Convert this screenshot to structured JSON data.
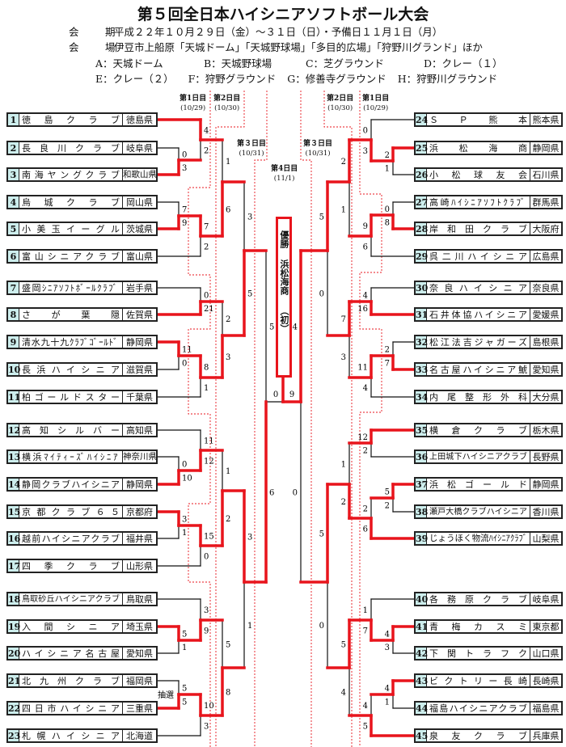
{
  "header": {
    "title": "第５回全日本ハイシニアソフトボール大会",
    "period_label": "会　期",
    "period": "平成２２年１０月２９日（金）～３１日（日）・予備日１１月１日（月）",
    "venue_label": "会　場",
    "venue": "伊豆市上船原「天城ドーム」「天城野球場」「多目的広場」「狩野川グランド」ほか",
    "venue_codes": [
      {
        "code": "A：天城ドーム"
      },
      {
        "code": "B：天城野球場"
      },
      {
        "code": "C：芝グラウンド"
      },
      {
        "code": "D：クレー（１）"
      },
      {
        "code": "E：クレー（２）"
      },
      {
        "code": "F：狩野グラウンド"
      },
      {
        "code": "G：修善寺グラウンド"
      },
      {
        "code": "H：狩野川グラウンド"
      }
    ]
  },
  "days": {
    "day1": {
      "label": "第1日目",
      "date": "(10/29)"
    },
    "day2": {
      "label": "第2日目",
      "date": "(10/30)"
    },
    "day3": {
      "label": "第３日目",
      "date": "(10/31)"
    },
    "day4": {
      "label": "第4日目",
      "date": "(11/1)"
    }
  },
  "champion": {
    "label": "優勝",
    "team": "浜松海商",
    "note": "（初）"
  },
  "colors": {
    "winner_line": "#e8141c",
    "line": "#111111",
    "number_cell": "#cdeeed"
  },
  "teams": [
    {
      "no": "1",
      "name": "徳島クラブ",
      "pref": "徳島県"
    },
    {
      "no": "2",
      "name": "長良川クラブ",
      "pref": "岐阜県"
    },
    {
      "no": "3",
      "name": "南海ヤングクラブ",
      "pref": "和歌山県"
    },
    {
      "no": "4",
      "name": "烏城クラブ",
      "pref": "岡山県"
    },
    {
      "no": "5",
      "name": "小美玉イーグル",
      "pref": "茨城県"
    },
    {
      "no": "6",
      "name": "富山シニアクラブ",
      "pref": "富山県"
    },
    {
      "no": "7",
      "name": "盛岡ｼﾆｱｿﾌﾄﾎﾞｰﾙｸﾗﾌﾞ",
      "pref": "岩手県"
    },
    {
      "no": "8",
      "name": "さが葉隠",
      "pref": "佐賀県"
    },
    {
      "no": "9",
      "name": "清水九十九ｸﾗﾌﾞｺﾞｰﾙﾄﾞ",
      "pref": "静岡県"
    },
    {
      "no": "10",
      "name": "長浜ハイシニア",
      "pref": "滋賀県"
    },
    {
      "no": "11",
      "name": "柏ゴールドスター",
      "pref": "千葉県"
    },
    {
      "no": "12",
      "name": "高知シルバー",
      "pref": "高知県"
    },
    {
      "no": "13",
      "name": "横浜ﾏｲﾃｨｰｽﾞﾊｲｼﾆｱ",
      "pref": "神奈川県"
    },
    {
      "no": "14",
      "name": "静岡クラブハイシニア",
      "pref": "静岡県"
    },
    {
      "no": "15",
      "name": "京都クラブ６５",
      "pref": "京都府"
    },
    {
      "no": "16",
      "name": "越前ハイシニアクラブ",
      "pref": "福井県"
    },
    {
      "no": "17",
      "name": "四季クラブ",
      "pref": "山形県"
    },
    {
      "no": "18",
      "name": "鳥取砂丘ハイシニアクラブ",
      "pref": "鳥取県"
    },
    {
      "no": "19",
      "name": "入間シニア",
      "pref": "埼玉県"
    },
    {
      "no": "20",
      "name": "ハイシニア名古屋",
      "pref": "愛知県"
    },
    {
      "no": "21",
      "name": "北九州クラブ",
      "pref": "福岡県"
    },
    {
      "no": "22",
      "name": "四日市ハイシニア",
      "pref": "三重県"
    },
    {
      "no": "23",
      "name": "札幌ハイシニア",
      "pref": "北海道"
    },
    {
      "no": "24",
      "name": "ＳＰ熊本",
      "pref": "熊本県"
    },
    {
      "no": "25",
      "name": "浜松海商",
      "pref": "静岡県"
    },
    {
      "no": "26",
      "name": "小松球友会",
      "pref": "石川県"
    },
    {
      "no": "27",
      "name": "高崎ﾊｲｼﾆｱｿﾌﾄｸﾗﾌﾞ",
      "pref": "群馬県"
    },
    {
      "no": "28",
      "name": "岸和田クラブ",
      "pref": "大阪府"
    },
    {
      "no": "29",
      "name": "呉二川ハイシニア",
      "pref": "広島県"
    },
    {
      "no": "30",
      "name": "奈良ハイシニア",
      "pref": "奈良県"
    },
    {
      "no": "31",
      "name": "石井体協ハイシニア",
      "pref": "愛媛県"
    },
    {
      "no": "32",
      "name": "松江法吉ジャガーズ",
      "pref": "島根県"
    },
    {
      "no": "33",
      "name": "名古屋ハイシニア鯱",
      "pref": "愛知県"
    },
    {
      "no": "34",
      "name": "内尾整形外科",
      "pref": "大分県"
    },
    {
      "no": "35",
      "name": "横倉クラブ",
      "pref": "栃木県"
    },
    {
      "no": "36",
      "name": "上田城下ハイシニアクラブ",
      "pref": "長野県"
    },
    {
      "no": "37",
      "name": "浜松ゴールド",
      "pref": "静岡県"
    },
    {
      "no": "38",
      "name": "瀬戸大橋クラブハイシニア",
      "pref": "香川県"
    },
    {
      "no": "39",
      "name": "じょうほく物流ﾊｲｼﾆｱｸﾗﾌﾞ",
      "pref": "山梨県"
    },
    {
      "no": "40",
      "name": "各務原クラブ",
      "pref": "岐阜県"
    },
    {
      "no": "41",
      "name": "青梅カスミ",
      "pref": "東京都"
    },
    {
      "no": "42",
      "name": "下関トラフク",
      "pref": "山口県"
    },
    {
      "no": "43",
      "name": "ビクトリー長崎",
      "pref": "長崎県"
    },
    {
      "no": "44",
      "name": "福島ハイシニアクラブ",
      "pref": "福島県"
    },
    {
      "no": "45",
      "name": "泉友クラブ",
      "pref": "兵庫県"
    }
  ],
  "matches": [
    {
      "id": "m1",
      "a": 2,
      "b": 3,
      "sa": "0",
      "sb": "3",
      "w": "b"
    },
    {
      "id": "m2",
      "a": 1,
      "b": "m1",
      "sa": "4",
      "sb": "2",
      "w": "a"
    },
    {
      "id": "m3",
      "a": 4,
      "b": 5,
      "sa": "7",
      "sb": "9",
      "w": "b"
    },
    {
      "id": "m4",
      "a": "m3",
      "b": 6,
      "sa": "7",
      "sb": "2",
      "w": "a"
    },
    {
      "id": "m5",
      "a": "m2",
      "b": "m4",
      "sa": "1",
      "sb": "6",
      "w": "b"
    },
    {
      "id": "m6",
      "a": 7,
      "b": 8,
      "sa": "0",
      "sb": "21",
      "w": "b"
    },
    {
      "id": "m7",
      "a": 9,
      "b": 10,
      "sa": "11",
      "sb": "0",
      "w": "a"
    },
    {
      "id": "m8",
      "a": "m7",
      "b": 11,
      "sa": "8",
      "sb": "1",
      "w": "a"
    },
    {
      "id": "m9",
      "a": "m6",
      "b": "m8",
      "sa": "2",
      "sb": "3",
      "w": "b"
    },
    {
      "id": "m10",
      "a": "m5",
      "b": "m9",
      "sa": "3",
      "sb": "5",
      "w": "b"
    },
    {
      "id": "m11",
      "a": 13,
      "b": 14,
      "sa": "0",
      "sb": "10",
      "w": "b"
    },
    {
      "id": "m12",
      "a": 12,
      "b": "m11",
      "sa": "11",
      "sb": "12",
      "w": "b"
    },
    {
      "id": "m13",
      "a": 15,
      "b": 16,
      "sa": "3",
      "sb": "1",
      "w": "a"
    },
    {
      "id": "m14",
      "a": "m13",
      "b": 17,
      "sa": "15",
      "sb": "0",
      "w": "a"
    },
    {
      "id": "m15",
      "a": "m12",
      "b": "m14",
      "sa": "1",
      "sb": "2",
      "w": "b"
    },
    {
      "id": "m16",
      "a": 19,
      "b": 20,
      "sa": "5",
      "sb": "1",
      "w": "a"
    },
    {
      "id": "m17",
      "a": 18,
      "b": "m16",
      "sa": "3",
      "sb": "9",
      "w": "b"
    },
    {
      "id": "m18",
      "a": 21,
      "b": 22,
      "sa": "5",
      "sb": "5",
      "w": "b",
      "note": "抽選"
    },
    {
      "id": "m19",
      "a": "m18",
      "b": 23,
      "sa": "10",
      "sb": "3",
      "w": "a"
    },
    {
      "id": "m20",
      "a": "m17",
      "b": "m19",
      "sa": "5",
      "sb": "8",
      "w": "b"
    },
    {
      "id": "m21",
      "a": "m15",
      "b": "m20",
      "sa": "3",
      "sb": "1",
      "w": "a"
    },
    {
      "id": "m22",
      "a": "m10",
      "b": "m21",
      "sa": "5",
      "sb": "6",
      "w": "b"
    },
    {
      "id": "m23",
      "a": 25,
      "b": 26,
      "sa": "2",
      "sb": "1",
      "w": "a"
    },
    {
      "id": "m24",
      "a": 24,
      "b": "m23",
      "sa": "0",
      "sb": "3",
      "w": "b"
    },
    {
      "id": "m25",
      "a": 27,
      "b": 28,
      "sa": "0",
      "sb": "8",
      "w": "b"
    },
    {
      "id": "m26",
      "a": "m25",
      "b": 29,
      "sa": "9",
      "sb": "6",
      "w": "a"
    },
    {
      "id": "m27",
      "a": "m24",
      "b": "m26",
      "sa": "2",
      "sb": "1",
      "w": "a"
    },
    {
      "id": "m28",
      "a": 30,
      "b": 31,
      "sa": "4",
      "sb": "16",
      "w": "b"
    },
    {
      "id": "m29",
      "a": 32,
      "b": 33,
      "sa": "2",
      "sb": "7",
      "w": "b"
    },
    {
      "id": "m30",
      "a": "m29",
      "b": 34,
      "sa": "11",
      "sb": "4",
      "w": "a"
    },
    {
      "id": "m31",
      "a": "m28",
      "b": "m30",
      "sa": "7",
      "sb": "3",
      "w": "a"
    },
    {
      "id": "m32",
      "a": "m27",
      "b": "m31",
      "sa": "5",
      "sb": "0",
      "w": "a"
    },
    {
      "id": "m33",
      "a": 35,
      "b": 36,
      "sa": "12",
      "sb": "2",
      "w": "a"
    },
    {
      "id": "m34",
      "a": 37,
      "b": 38,
      "sa": "5",
      "sb": "2",
      "w": "a"
    },
    {
      "id": "m35",
      "a": "m34",
      "b": 39,
      "sa": "2",
      "sb": "6",
      "w": "b"
    },
    {
      "id": "m36",
      "a": "m33",
      "b": "m35",
      "sa": "1",
      "sb": "2",
      "w": "b"
    },
    {
      "id": "m37",
      "a": 41,
      "b": 42,
      "sa": "4",
      "sb": "3",
      "w": "a"
    },
    {
      "id": "m38",
      "a": 40,
      "b": "m37",
      "sa": "1",
      "sb": "7",
      "w": "b"
    },
    {
      "id": "m39",
      "a": 43,
      "b": 44,
      "sa": "4",
      "sb": "1",
      "w": "a"
    },
    {
      "id": "m40",
      "a": "m39",
      "b": 45,
      "sa": "4",
      "sb": "5",
      "w": "b"
    },
    {
      "id": "m41",
      "a": "m38",
      "b": "m40",
      "sa": "5",
      "sb": "4",
      "w": "a"
    },
    {
      "id": "m42",
      "a": "m36",
      "b": "m41",
      "sa": "5",
      "sb": "0",
      "w": "a"
    },
    {
      "id": "m43",
      "a": "m32",
      "b": "m42",
      "sa": "4",
      "sb": "0",
      "w": "a"
    },
    {
      "id": "final",
      "a": "m22",
      "b": "m43",
      "sa": "0",
      "sb": "9",
      "w": "b"
    }
  ]
}
